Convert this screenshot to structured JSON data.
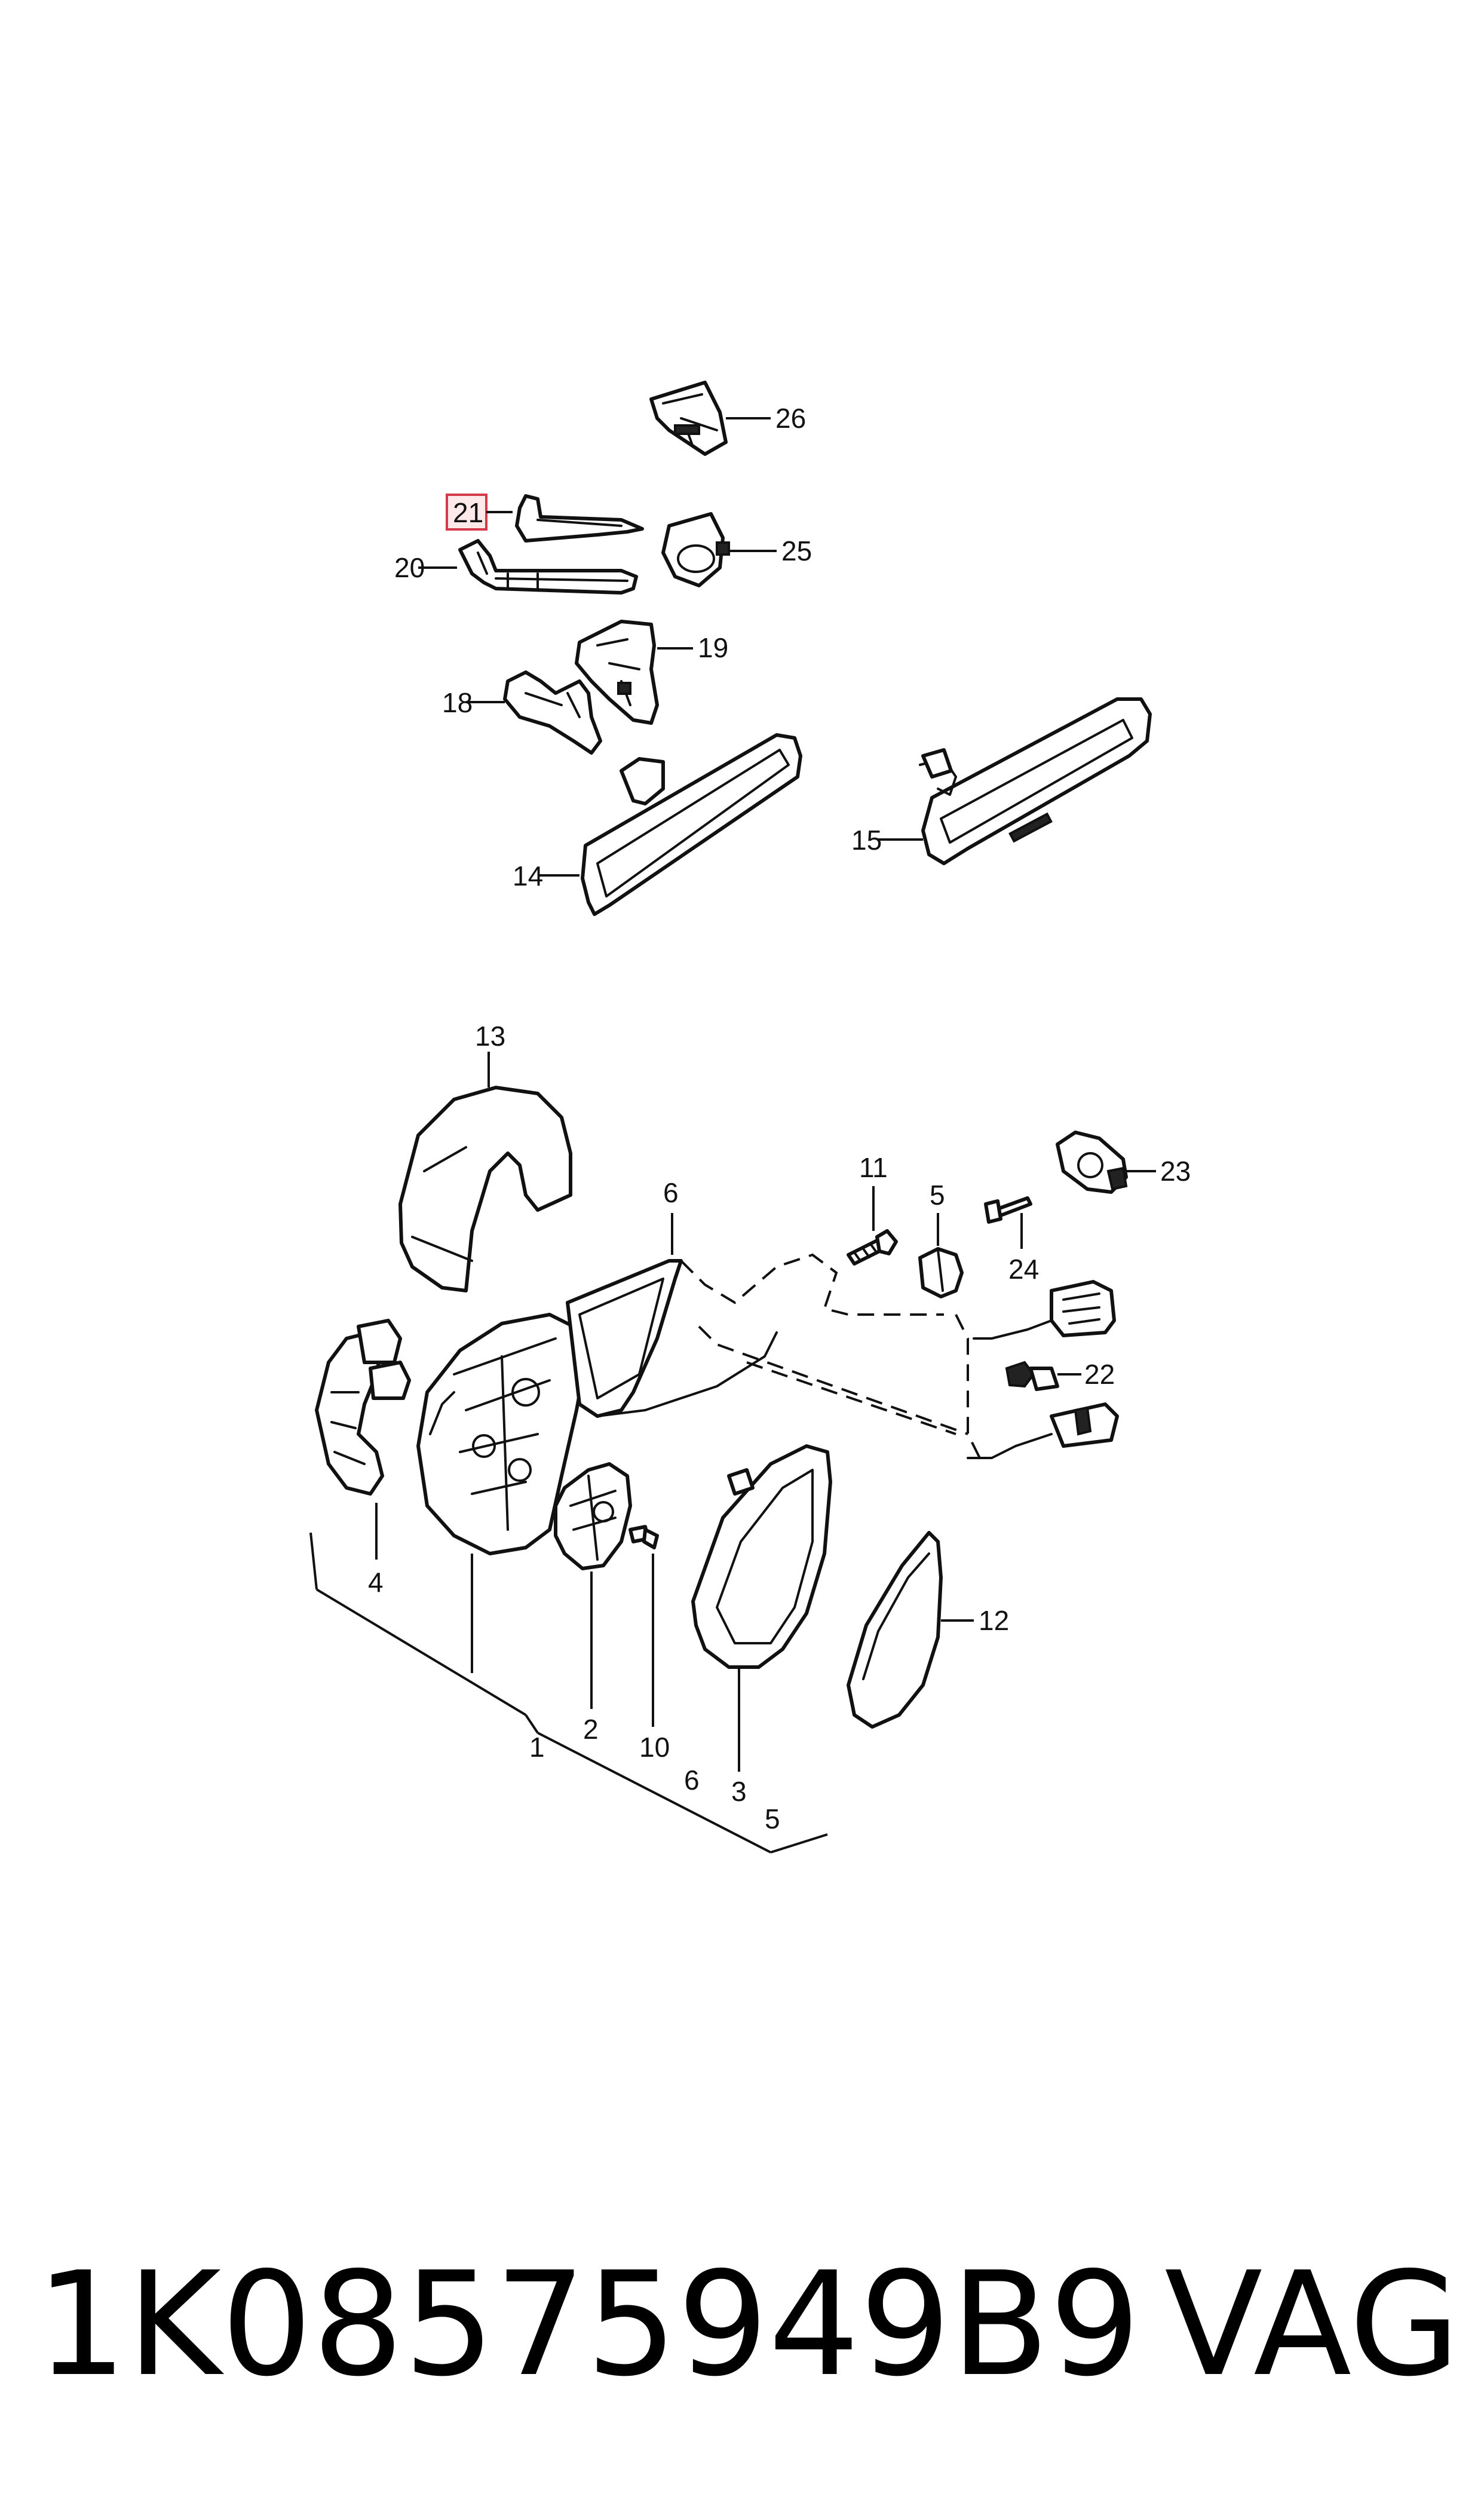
{
  "diagram": {
    "callouts": {
      "n26": "26",
      "n21": "21",
      "n25": "25",
      "n20": "20",
      "n19": "19",
      "n18": "18",
      "n14": "14",
      "n15": "15",
      "n13": "13",
      "n6a": "6",
      "n11": "11",
      "n5a": "5",
      "n23": "23",
      "n24": "24",
      "n22": "22",
      "n4": "4",
      "n12": "12",
      "n2": "2",
      "n10": "10",
      "n1": "1",
      "n6b": "6",
      "n3": "3",
      "n5b": "5"
    },
    "highlighted_callout": "21",
    "highlight_color": "#d23a4a"
  },
  "footer": {
    "part_number": "1K08575949B9",
    "brand": "VAG"
  }
}
